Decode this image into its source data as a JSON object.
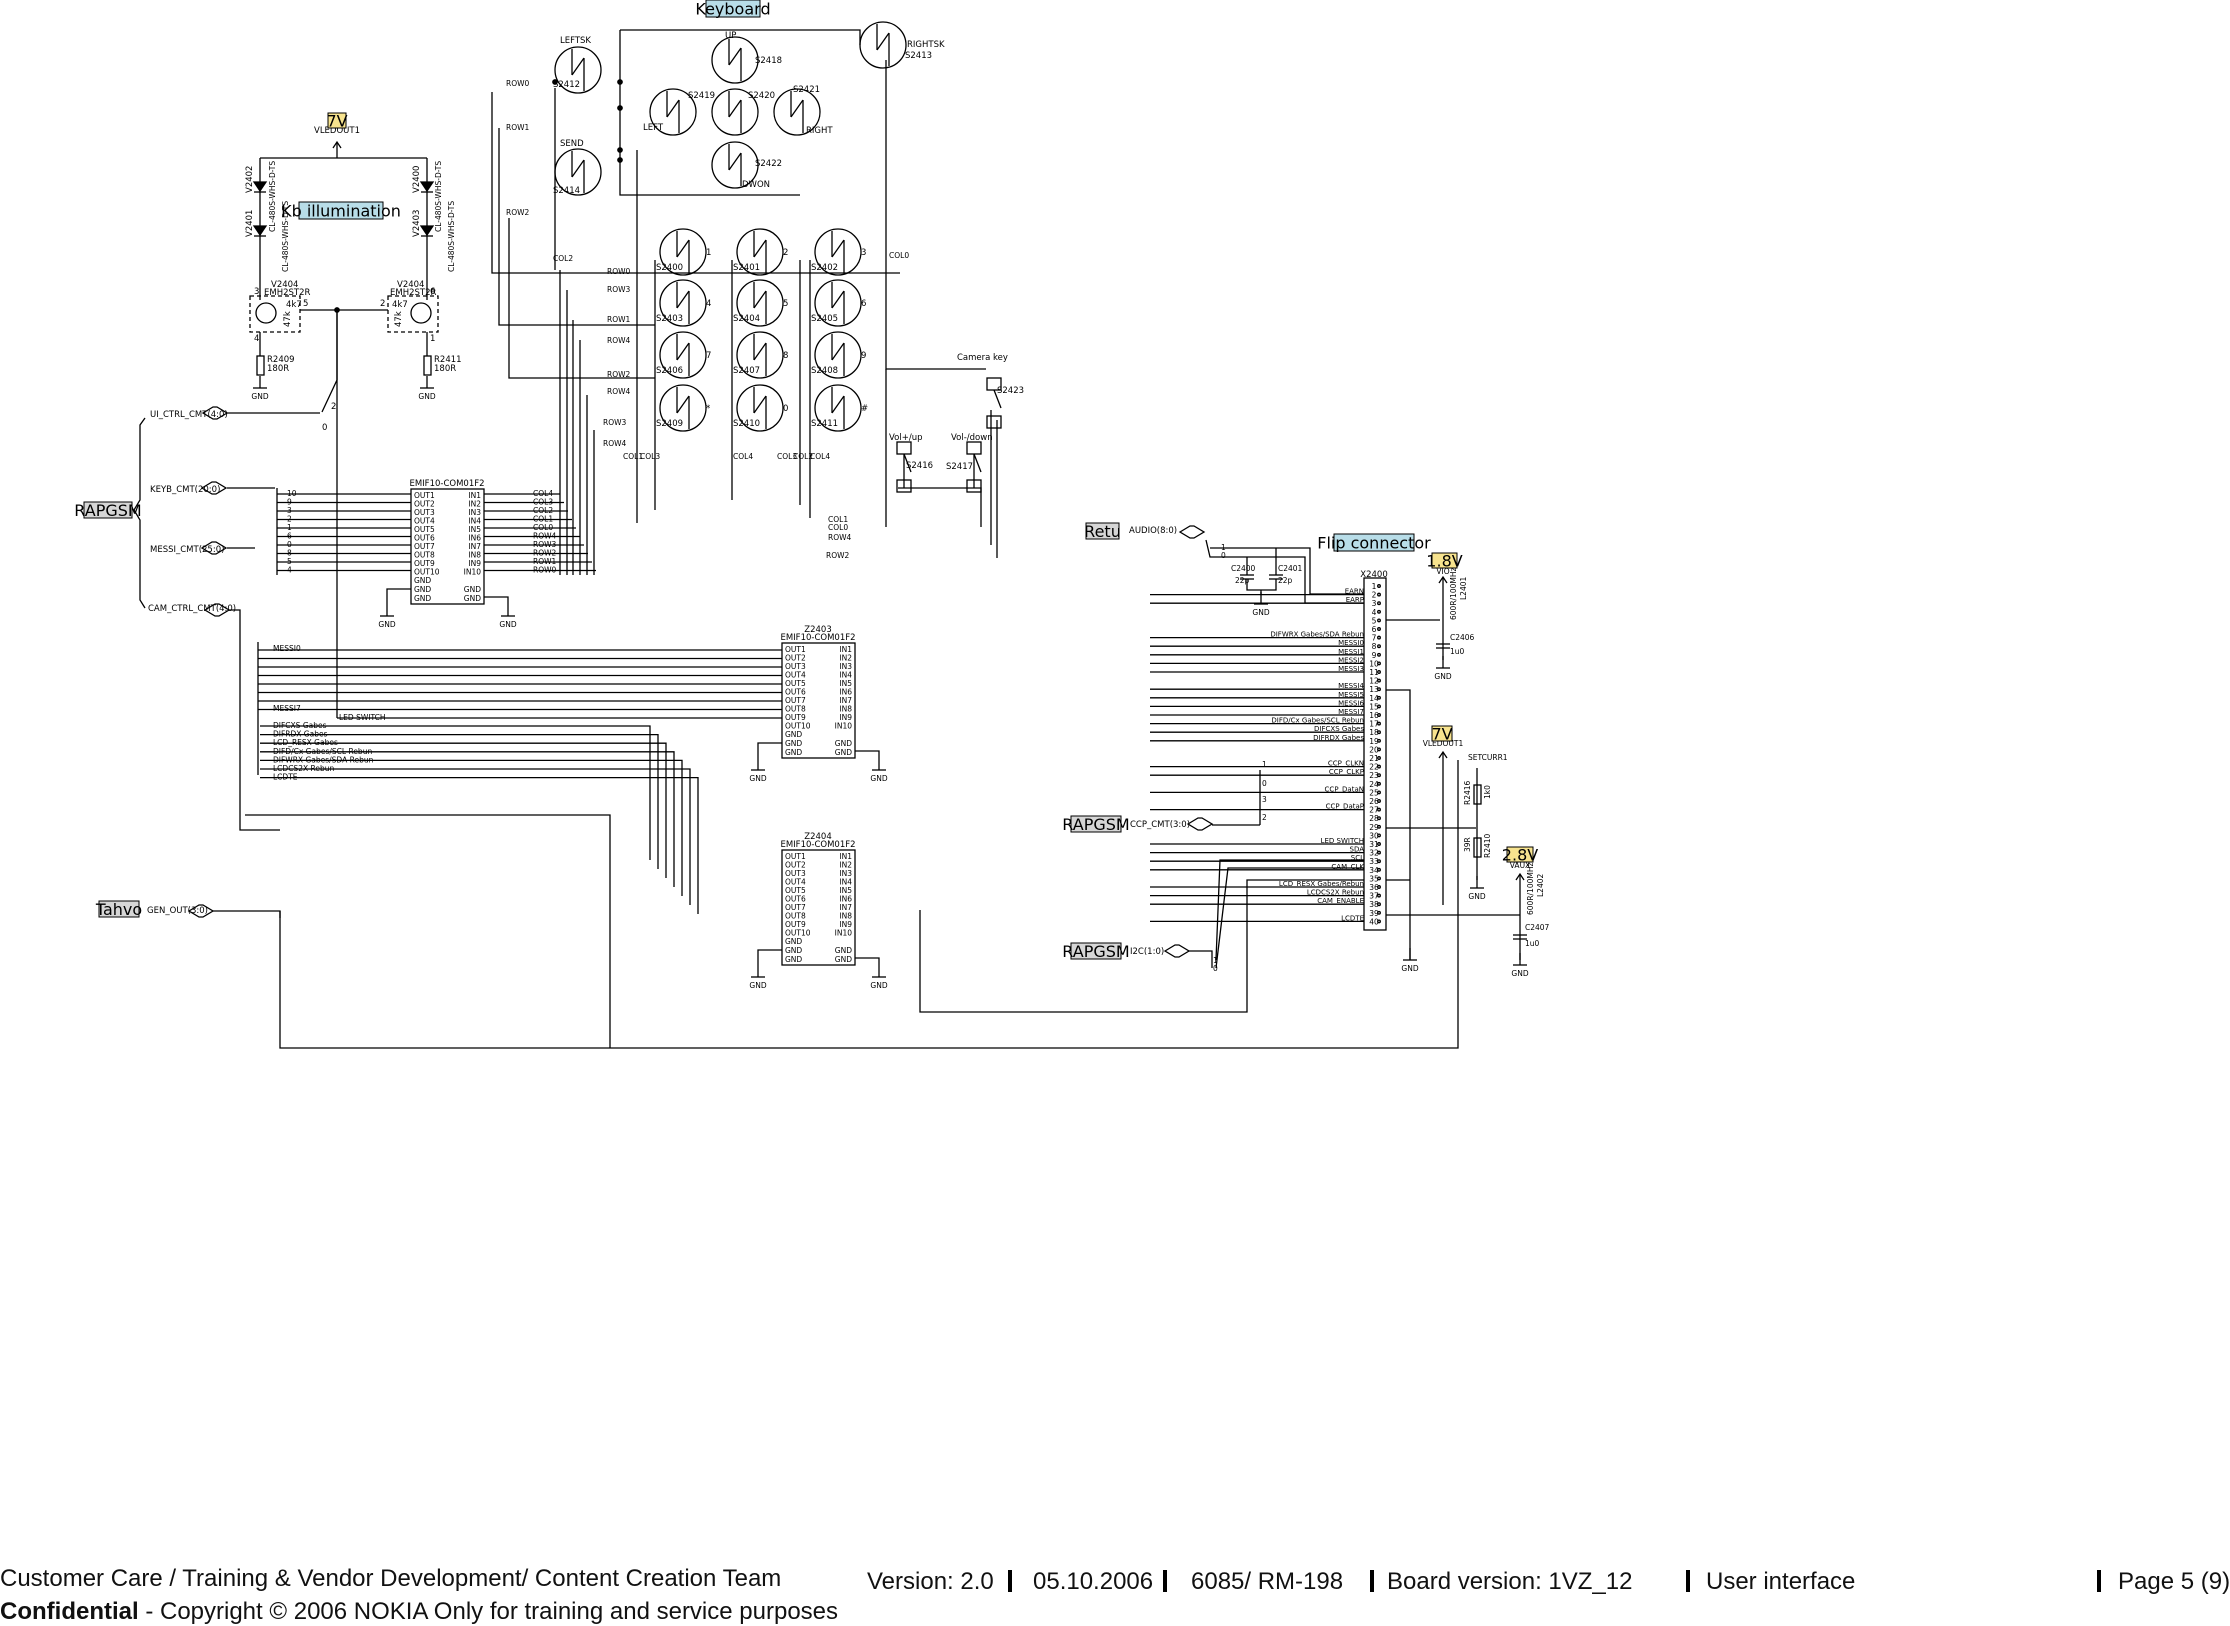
{
  "blocks": [
    {
      "text": "Keyboard",
      "fill": "#b8dde8"
    },
    {
      "text": "Kb illumination",
      "fill": "#b8dde8"
    },
    {
      "text": "Flip connector",
      "fill": "#b8dde8"
    },
    {
      "text": "7V",
      "fill": "#f7e38e"
    },
    {
      "text": "1.8V",
      "fill": "#f7e38e"
    },
    {
      "text": "7V",
      "fill": "#f7e38e"
    },
    {
      "text": "2.8V",
      "fill": "#f7e38e"
    },
    {
      "text": "RAPGSM",
      "fill": "#d6d6d6"
    },
    {
      "text": "Retu",
      "fill": "#d6d6d6"
    },
    {
      "text": "RAPGSM",
      "fill": "#d6d6d6"
    },
    {
      "text": "Tahvo",
      "fill": "#d6d6d6"
    },
    {
      "text": "RAPGSM",
      "fill": "#d6d6d6"
    }
  ],
  "buses": [
    "UI_CTRL_CMT(4:0)",
    "KEYB_CMT(20:0)",
    "MESSI_CMT(25:0)",
    "CAM_CTRL_CMT(4:0)",
    "AUDIO(8:0)",
    "CCP_CMT(3:0)",
    "GEN_OUT(3:0)",
    "I2C(1:0)"
  ],
  "illumination": {
    "rail": "VLEDOUT1",
    "leds_left": [
      "V2402",
      "V2401"
    ],
    "leds_right": [
      "V2400",
      "V2403"
    ],
    "led_part": "CL-480S-WHS-D-TS",
    "transistors": [
      "V2404",
      "V2404"
    ],
    "transistor_part": "EMH2ST2R",
    "r_base": "4k7",
    "r_bias": "47k",
    "resistors": [
      {
        "ref": "R2409",
        "value": "180R"
      },
      {
        "ref": "R2411",
        "value": "180R"
      }
    ],
    "pins": [
      "3",
      "5",
      "4",
      "2",
      "6",
      "1",
      "2",
      "0"
    ]
  },
  "keyboard": {
    "nav_keys": [
      {
        "ref": "S2412",
        "label": "LEFTSK"
      },
      {
        "ref": "S2418",
        "label": "UP"
      },
      {
        "ref": "S2413",
        "label": "RIGHTSK"
      },
      {
        "ref": "S2419",
        "label": "LEFT"
      },
      {
        "ref": "S2420",
        "label": ""
      },
      {
        "ref": "S2421",
        "label": "RIGHT"
      },
      {
        "ref": "S2414",
        "label": "SEND"
      },
      {
        "ref": "S2422",
        "label": "DWON"
      }
    ],
    "matrix_keys": [
      {
        "ref": "S2400",
        "key": "1"
      },
      {
        "ref": "S2401",
        "key": "2"
      },
      {
        "ref": "S2402",
        "key": "3"
      },
      {
        "ref": "S2403",
        "key": "4"
      },
      {
        "ref": "S2404",
        "key": "5"
      },
      {
        "ref": "S2405",
        "key": "6"
      },
      {
        "ref": "S2406",
        "key": "7"
      },
      {
        "ref": "S2407",
        "key": "8"
      },
      {
        "ref": "S2408",
        "key": "9"
      },
      {
        "ref": "S2409",
        "key": "*"
      },
      {
        "ref": "S2410",
        "key": "0"
      },
      {
        "ref": "S2411",
        "key": "#"
      }
    ],
    "side_keys": [
      {
        "ref": "S2416",
        "label": "Vol+/up"
      },
      {
        "ref": "S2417",
        "label": "Vol-/down"
      },
      {
        "ref": "S2423",
        "label": "Camera key"
      }
    ],
    "nets": [
      "ROW0",
      "ROW1",
      "ROW2",
      "ROW3",
      "ROW4",
      "COL0",
      "COL1",
      "COL2",
      "COL3",
      "COL4"
    ]
  },
  "filters": [
    {
      "ref": "",
      "part": "EMIF10-COM01F2"
    },
    {
      "ref": "Z2403",
      "part": "EMIF10-COM01F2"
    },
    {
      "ref": "Z2404",
      "part": "EMIF10-COM01F2"
    }
  ],
  "filter_pins": {
    "out": [
      "OUT1",
      "OUT2",
      "OUT3",
      "OUT4",
      "OUT5",
      "OUT6",
      "OUT7",
      "OUT8",
      "OUT9",
      "OUT10"
    ],
    "in": [
      "IN1",
      "IN2",
      "IN3",
      "IN4",
      "IN5",
      "IN6",
      "IN7",
      "IN8",
      "IN9",
      "IN10"
    ],
    "gnd": "GND"
  },
  "keyb_in_nets": [
    "COL4",
    "COL3",
    "COL2",
    "COL1",
    "COL0",
    "ROW4",
    "ROW3",
    "ROW2",
    "ROW1",
    "ROW0"
  ],
  "keyb_bus_pins": [
    "10",
    "9",
    "3",
    "2",
    "1",
    "6",
    "0",
    "8",
    "5",
    "4"
  ],
  "bus_nets": [
    "MESSI0",
    "MESSI7",
    "LED SWITCH",
    "DIFCXS Gabes",
    "DIFRDX Gabes",
    "LCD_RESX Gabes",
    "DIFD/Cx Gabes/SCL Rebun",
    "DIFWRX Gabes/SDA Rebun",
    "LCDCS2X Rebun",
    "LCDTE"
  ],
  "connector": {
    "ref": "X2400",
    "pins": [
      "",
      "EARN",
      "EARP",
      "",
      "",
      "",
      "DIFWRX Gabes/SDA Rebun",
      "MESSI0",
      "MESSI1",
      "MESSI2",
      "MESSI3",
      "",
      "MESSI4",
      "MESSI5",
      "MESSI6",
      "MESSI7",
      "DIFD/Cx Gabes/SCL Rebun",
      "DIFCXS Gabes",
      "DIFRDX Gabes",
      "",
      "",
      "CCP_CLKN",
      "CCP_CLKP",
      "",
      "CCP_DataN",
      "",
      "CCP_DataP",
      "",
      "",
      "",
      "LED SWITCH",
      "SDA",
      "SCL",
      "CAM_CLK",
      "",
      "LCD_RESX Gabes/Rebun",
      "LCDCS2X Rebun",
      "CAM_ENABLE",
      "",
      "LCDTE"
    ]
  },
  "audio": {
    "caps": [
      {
        "ref": "C2400",
        "value": "22p"
      },
      {
        "ref": "C2401",
        "value": "22p"
      }
    ]
  },
  "supply": {
    "vio": "VIO",
    "l2401": "600R/100MHz",
    "l2401_ref": "L2401",
    "c2406": "C2406",
    "c2406_val": "1u0",
    "vled": "VLEDOUT1",
    "setcurr": "SETCURR1",
    "r2416": "R2416",
    "r2416_val": "1k0",
    "r2410": "R2410",
    "r2410_val": "39R",
    "vaux": "VAUX",
    "l2402": "600R/100MHz",
    "l2402_ref": "L2402",
    "c2407": "C2407",
    "c2407_val": "1u0"
  },
  "footer": {
    "line1": "Customer Care / Training & Vendor Development/ Content Creation Team",
    "conf": "Confidential",
    "line2": " - Copyright © 2006 NOKIA   Only for training and service purposes",
    "version": "Version: 2.0",
    "date": "05.10.2006",
    "model": "6085/ RM-198",
    "board": "Board version: 1VZ_12",
    "section": "User interface",
    "page": "Page 5 (9)"
  }
}
